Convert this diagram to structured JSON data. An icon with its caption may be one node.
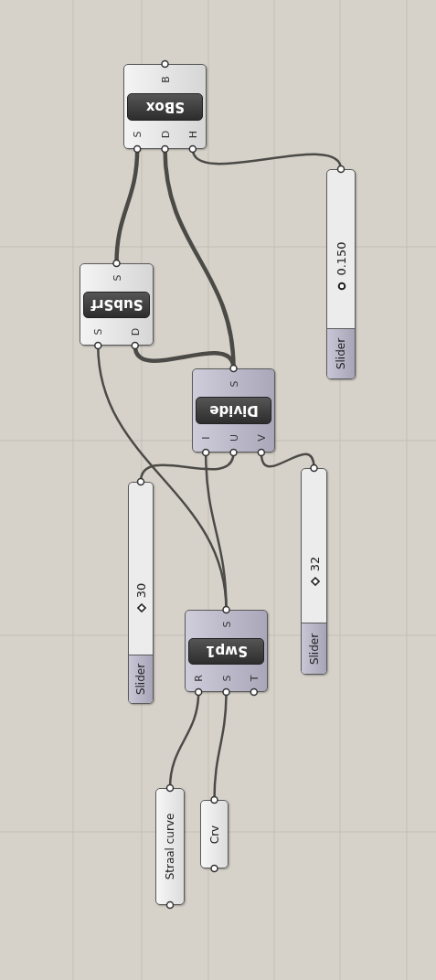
{
  "diagram": {
    "nodes": [
      {
        "text": [
          "SBox",
          "B",
          "S",
          "D",
          "H"
        ]
      },
      {
        "text": [
          "SubSrf",
          "S",
          "S",
          "D"
        ]
      },
      {
        "text": [
          "Divide",
          "S",
          "I",
          "U",
          "V"
        ]
      },
      {
        "text": [
          "Swp1",
          "S",
          "R",
          "S",
          "T"
        ]
      },
      {
        "text": [
          "Slider",
          "0.150"
        ]
      },
      {
        "text": [
          "Slider",
          "30"
        ]
      },
      {
        "text": [
          "Slider",
          "32"
        ]
      },
      {
        "text": [
          "Straal curve"
        ]
      },
      {
        "text": [
          "Crv"
        ]
      }
    ],
    "edges": [
      {
        "from": 4,
        "to": 0,
        "arrow": "none"
      },
      {
        "from": 1,
        "to": 0,
        "arrow": "none",
        "style": "thick"
      },
      {
        "from": 2,
        "to": 0,
        "arrow": "none",
        "style": "thick"
      },
      {
        "from": 2,
        "to": 1,
        "arrow": "none",
        "style": "thick"
      },
      {
        "from": 3,
        "to": 1,
        "arrow": "none"
      },
      {
        "from": 3,
        "to": 2,
        "arrow": "none"
      },
      {
        "from": 5,
        "to": 2,
        "arrow": "none"
      },
      {
        "from": 6,
        "to": 2,
        "arrow": "none"
      },
      {
        "from": 7,
        "to": 3,
        "arrow": "none"
      },
      {
        "from": 8,
        "to": 3,
        "arrow": "none"
      }
    ]
  }
}
